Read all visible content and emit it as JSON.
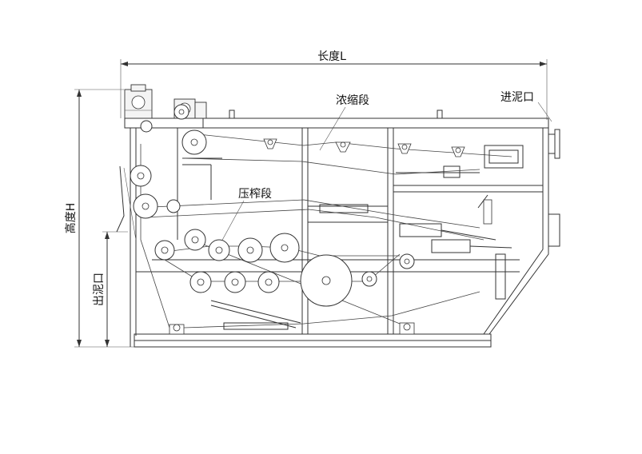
{
  "labels": {
    "length": "长度L",
    "height": "高度H",
    "outlet": "出泥口",
    "inlet": "进泥口",
    "thickening": "浓缩段",
    "pressing": "压榨段"
  },
  "colors": {
    "line": "#333333",
    "background": "#ffffff"
  }
}
